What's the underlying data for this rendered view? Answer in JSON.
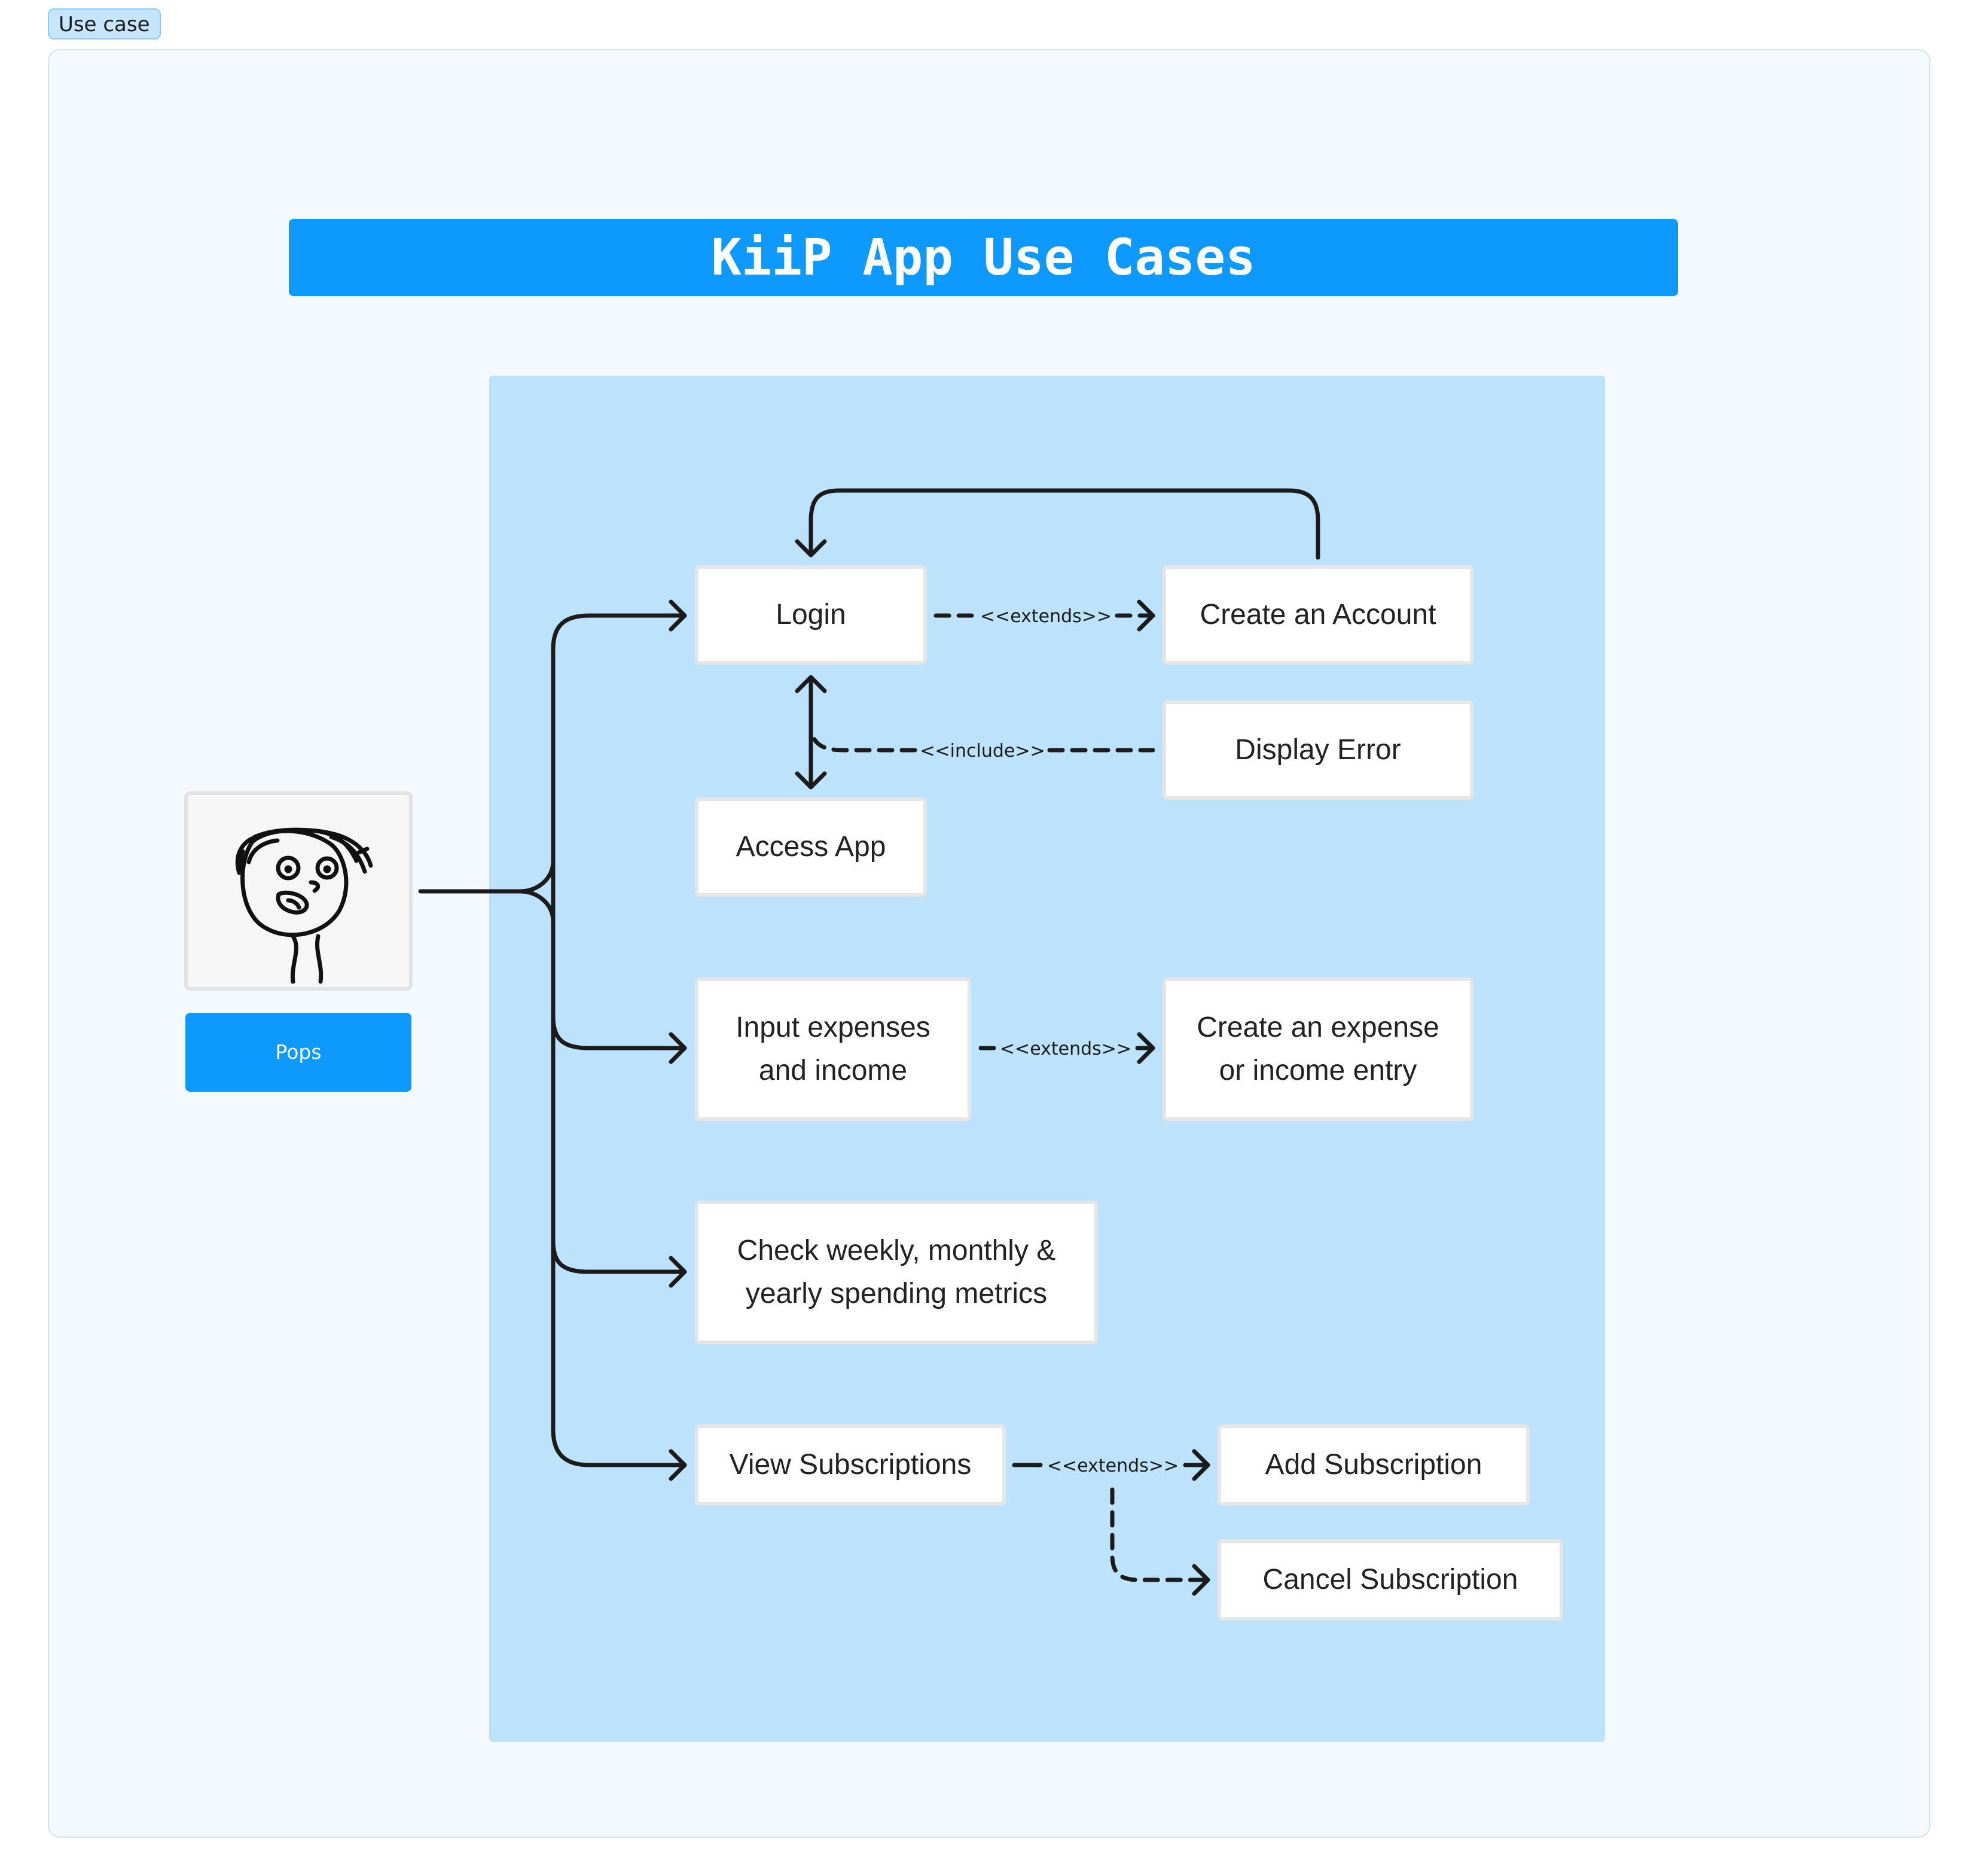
{
  "frame": {
    "label": "Use case"
  },
  "title": "KiiP App Use Cases",
  "actor": {
    "name": "Pops",
    "icon": "hand-drawn-face-icon"
  },
  "use_cases": {
    "login": "Login",
    "create_account": "Create an Account",
    "display_error": "Display Error",
    "access_app": "Access App",
    "input_expenses": "Input expenses\nand income",
    "create_entry": "Create an expense\nor income entry",
    "check_metrics": "Check weekly, monthly &\nyearly spending metrics",
    "view_subscriptions": "View Subscriptions",
    "add_subscription": "Add Subscription",
    "cancel_subscription": "Cancel Subscription"
  },
  "relations": {
    "login_extends": "<<extends>>",
    "include": "<<include>>",
    "input_extends": "<<extends>>",
    "subscriptions_extends": "<<extends>>"
  },
  "colors": {
    "accent": "#0d99fe",
    "system_boundary": "#bde2fb",
    "frame_background": "#f4f9fd",
    "connector": "#1b1b1b"
  }
}
